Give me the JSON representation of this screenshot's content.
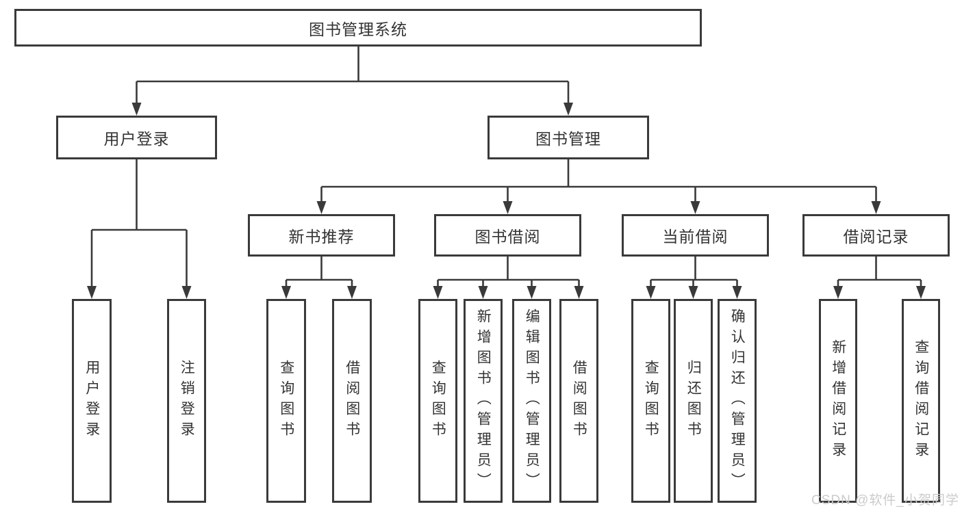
{
  "diagram": {
    "title_node": "图书管理系统",
    "level2": {
      "user_login": "用户登录",
      "book_mgmt": "图书管理"
    },
    "level3": {
      "new_book": "新书推荐",
      "book_borrow": "图书借阅",
      "current_borrow": "当前借阅",
      "borrow_records": "借阅记录"
    },
    "leaves": {
      "ul_login": "用户登录",
      "ul_logout": "注销登录",
      "nb_query": "查询图书",
      "nb_borrow": "借阅图书",
      "bb_query": "查询图书",
      "bb_add": "新增图书（管理员）",
      "bb_edit": "编辑图书（管理员）",
      "bb_borrow": "借阅图书",
      "cb_query": "查询图书",
      "cb_return": "归还图书",
      "cb_confirm": "确认归还（管理员）",
      "br_add": "新增借阅记录",
      "br_query": "查询借阅记录"
    }
  },
  "watermark": "CSDN @软件_小贺同学",
  "colors": {
    "line": "#3a3a3a",
    "text": "#333333",
    "watermark": "#cbcbcb",
    "background": "#ffffff"
  }
}
